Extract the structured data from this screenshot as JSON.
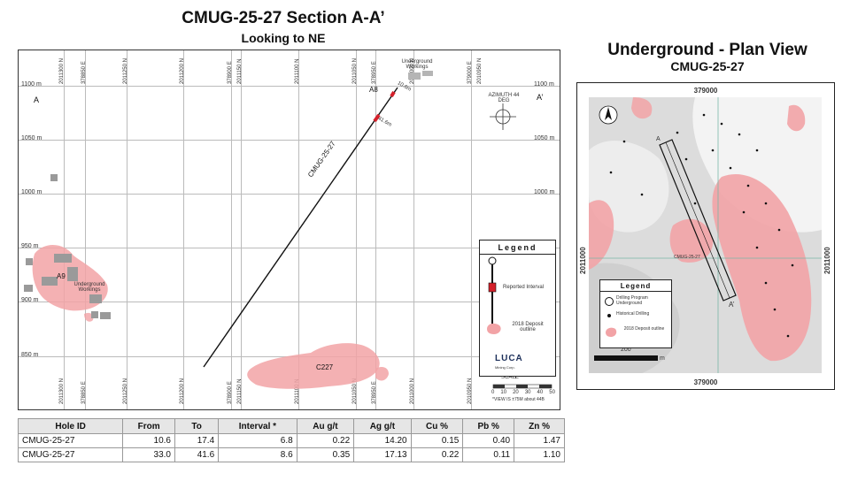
{
  "section": {
    "title": "CMUG-25-27 Section A-A’",
    "subtitle": "Looking to NE",
    "top_labels": [
      "2011300 N",
      "378850 E",
      "2011250 N",
      "2011200 N",
      "378900 E",
      "2011150 N",
      "2011100 N",
      "2011050 N",
      "378950 E",
      "2011000 N",
      "379000 E",
      "2010950 N"
    ],
    "bottom_labels": [
      "2011300 N",
      "378850 E",
      "2011250 N",
      "2011200 N",
      "378900 E",
      "2011150 N",
      "2011100 N",
      "2011050 N",
      "378950 E",
      "2011000 N",
      "2010950 N"
    ],
    "elevations": [
      "1100 m",
      "1050 m",
      "1000 m",
      "950 m",
      "900 m",
      "850 m"
    ],
    "a_left": "A",
    "a_right": "A’",
    "drillhole_label": "CMUG-25-27",
    "collar_label": "A8",
    "interval_1": "10.6m",
    "interval_2": "41.6m",
    "underground_label": "Underground Workings",
    "deposit_a9": "A9",
    "deposit_a9_workings": "Underground Workings",
    "deposit_c227": "C227",
    "compass_caption": "AZIMUTH 44 DEG",
    "scale_caption": "SCALE",
    "scale_sub": "1:",
    "scale_ticks": [
      "0",
      "10",
      "20",
      "30",
      "40",
      "50"
    ],
    "scale_note": "*VIEW IS ±75M about 44B",
    "legend": {
      "title": "Legend",
      "reported_interval": "Reported Interval",
      "deposit": "2018 Deposit outline",
      "logo": "LUCA",
      "logo_sub": "Mining Corp."
    }
  },
  "plan": {
    "title": "Underground - Plan View",
    "subtitle": "CMUG-25-27",
    "easting": "379000",
    "northing": "2011000",
    "section_a": "A",
    "section_a_prime": "A’",
    "hole_label": "CMUG-25-27",
    "scale_value": "200",
    "scale_unit": "m",
    "legend": {
      "title": "Legend",
      "drilling_program": "Drilling Program Underground",
      "historical": "Historical Drilling",
      "deposit": "2018 Deposit outline"
    }
  },
  "table": {
    "headers": [
      "Hole ID",
      "From",
      "To",
      "Interval *",
      "Au g/t",
      "Ag g/t",
      "Cu %",
      "Pb %",
      "Zn %"
    ],
    "rows": [
      [
        "CMUG-25-27",
        "10.6",
        "17.4",
        "6.8",
        "0.22",
        "14.20",
        "0.15",
        "0.40",
        "1.47"
      ],
      [
        "CMUG-25-27",
        "33.0",
        "41.6",
        "8.6",
        "0.35",
        "17.13",
        "0.22",
        "0.11",
        "1.10"
      ]
    ]
  },
  "colors": {
    "deposit_pink": "#f2a3a6",
    "interval_red": "#d4202a",
    "workings_gray": "#9a9a9a",
    "grid_green": "#7ab7a8"
  }
}
